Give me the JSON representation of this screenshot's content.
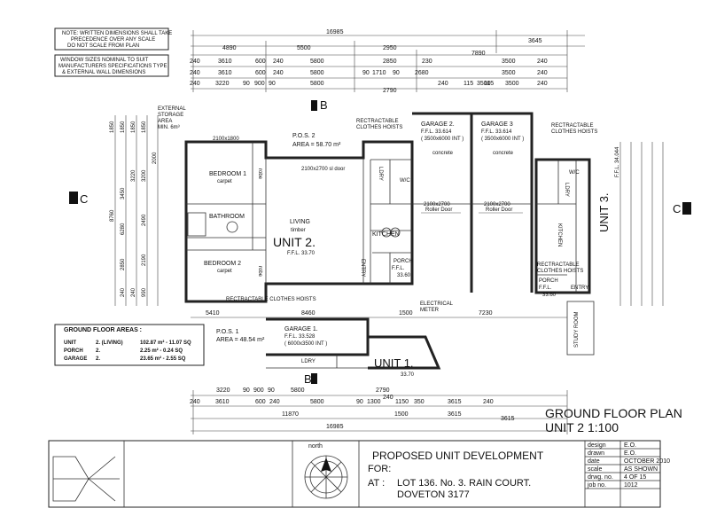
{
  "notes": {
    "note1": [
      "NOTE: WRITTEN DIMENSIONS SHALL TAKE",
      "PRECEDENCE OVER ANY SCALE",
      "DO NOT SCALE FROM PLAN"
    ],
    "note2": [
      "WINDOW SIZES NOMINAL TO SUIT",
      "MANUFACTURERS SPECIFICATIONS TYPE",
      "& EXTERNAL WALL DIMENSIONS"
    ]
  },
  "top_dims": {
    "row1": [
      "16985",
      "3645"
    ],
    "row2": [
      "4890",
      "5500",
      "2950",
      "7890"
    ],
    "row3": [
      "240",
      "3610",
      "600",
      "240",
      "5800",
      "2850",
      "230",
      "3500",
      "240"
    ],
    "row4": [
      "240",
      "3610",
      "600",
      "240",
      "5800",
      "90",
      "1710",
      "90",
      "2680",
      "3500",
      "240"
    ],
    "row5": [
      "240",
      "3220",
      "90",
      "900",
      "90",
      "5800",
      "2790",
      "240",
      "115",
      "3500",
      "115",
      "3500",
      "240"
    ]
  },
  "rooms": {
    "bedroom1": "BEDROOM 1",
    "bedroom1_floor": "carpet",
    "bedroom2": "BEDROOM 2",
    "bedroom2_floor": "carpet",
    "bathroom": "BATHROOM",
    "living": "LIVING",
    "living_floor": "timber",
    "unit2": "UNIT 2.",
    "unit2_ffl": "F.F.L.        33.70",
    "kitchen": "KITCHEN",
    "ldry": "LDRY",
    "wc": "W/C",
    "entry": "ENTRY",
    "porch": "PORCH",
    "porch_ffl": "F.F.L.",
    "porch_level": "33.60",
    "garage2": "GARAGE  2.",
    "garage2_ffl": "F.F.L.   33.614",
    "garage2_size": "( 3500x6000 INT )",
    "garage3": "GARAGE  3",
    "garage3_ffl": "F.F.L.   33.614",
    "garage3_size": "( 3500x6000 INT )",
    "concrete": "concrete",
    "roller_door": "Roller Door",
    "door_size": "2100x2700",
    "unit3": "UNIT 3.",
    "unit3_ffl": "F.F.L.  34.044",
    "kitchen3": "KITCHEN",
    "ldry3": "LDRY",
    "porch3": "PORCH",
    "porch3_ffl": "F.F.L.",
    "porch3_level": "33.60",
    "entry3": "ENTRY",
    "study": "STUDY ROOM",
    "garage1": "GARAGE  1.",
    "garage1_ffl": "F.F.L.   33.528",
    "garage1_size": "( 6000x3500 INT )",
    "ldry1": "LDRY",
    "unit1": "UNIT 1.",
    "unit1_level": "33.70",
    "pos2": "P.O.S. 2",
    "pos2_area": "AREA = 58.70 m²",
    "pos1": "P.O.S.  1",
    "pos1_area": "AREA = 48.54 m²",
    "storage": [
      "EXTERNAL",
      "STORAGE",
      "AREA",
      "MIN. 6m³"
    ],
    "hoists_top1": [
      "RECTRACTABLE",
      "CLOTHES HOISTS"
    ],
    "hoists_top2": [
      "RECTRACTABLE",
      "CLOTHES HOISTS"
    ],
    "hoists_bottom": "RECTRACTABLE CLOTHES HOISTS",
    "hoists_bottom2": [
      "RECTRACTABLE",
      "CLOTHES HOISTS"
    ],
    "electrical": [
      "ELECTRICAL",
      "METER"
    ],
    "window1": "2100x1800",
    "window2": "2100x2700 sl door",
    "robe": "robe"
  },
  "section_marks": {
    "b": "B",
    "c": "C"
  },
  "areas": {
    "title": "GROUND FLOOR AREAS :",
    "rows": [
      {
        "a": "UNIT",
        "b": "2. (LIVING)",
        "c": "102.87 m² - 11.07 SQ"
      },
      {
        "a": "PORCH",
        "b": "2.",
        "c": "2.25 m² - 0.24 SQ"
      },
      {
        "a": "GARAGE",
        "b": "2.",
        "c": "23.65 m² - 2.55 SQ"
      }
    ]
  },
  "bottom_dims": {
    "row1": [
      "3220",
      "90",
      "900",
      "90",
      "5800",
      "2790"
    ],
    "row2": [
      "240",
      "3610",
      "600",
      "240",
      "5800",
      "90",
      "1300",
      "240",
      "1150",
      "350",
      "3615",
      "240"
    ],
    "row3": [
      "11870",
      "1500",
      "3615",
      "3615"
    ],
    "row4": [
      "16985"
    ],
    "mid": [
      "5410",
      "8460",
      "1500",
      "7230"
    ]
  },
  "title": {
    "line1": "GROUND FLOOR PLAN",
    "line2": "UNIT 2 1:100"
  },
  "title_block": {
    "north": "north",
    "project": "PROPOSED UNIT DEVELOPMENT",
    "for": "FOR:",
    "at": "AT  :",
    "address1": "LOT 136. No. 3. RAIN COURT.",
    "address2": "DOVETON 3177",
    "fields": [
      {
        "label": "design",
        "value": "E.O."
      },
      {
        "label": "drawn",
        "value": "E.O."
      },
      {
        "label": "date",
        "value": "OCTOBER 2010"
      },
      {
        "label": "scale",
        "value": "AS SHOWN"
      },
      {
        "label": "drwg. no.",
        "value": "4 OF 15"
      },
      {
        "label": "job  no.",
        "value": "1012"
      }
    ]
  }
}
